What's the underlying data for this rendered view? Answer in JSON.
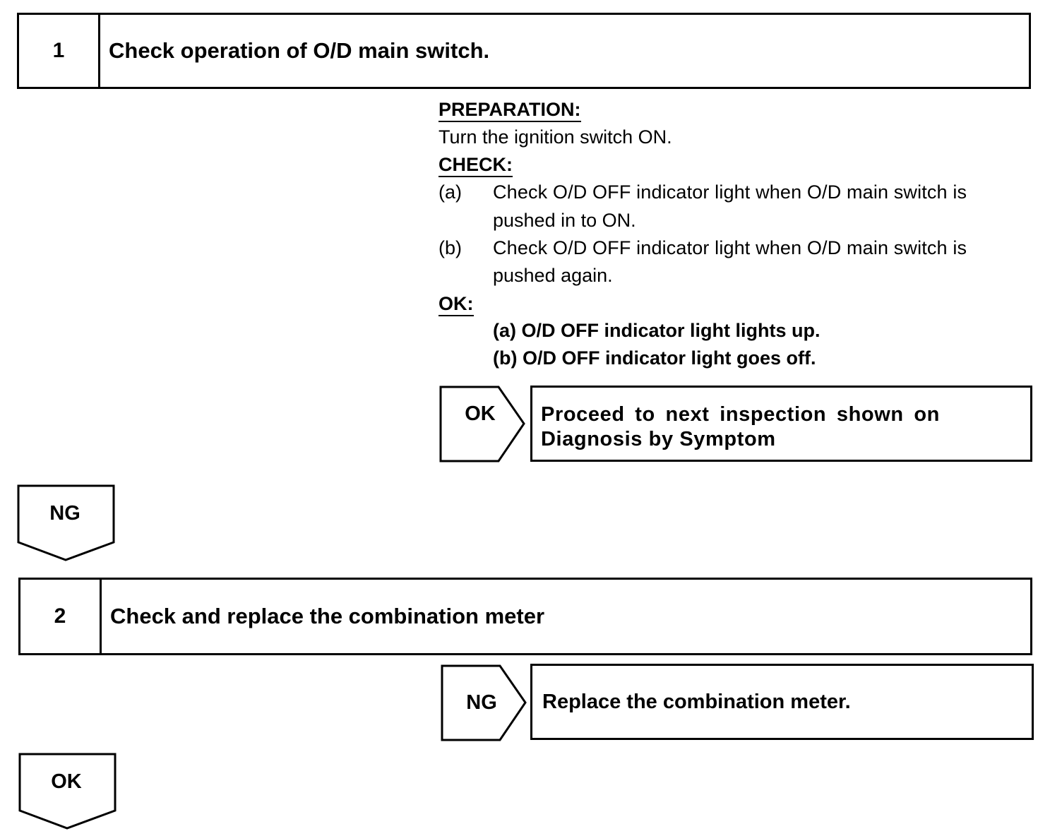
{
  "step1": {
    "number": "1",
    "title": "Check operation of O/D main switch."
  },
  "detail1": {
    "preparation_heading": "PREPARATION:",
    "preparation_text": "Turn the ignition switch ON.",
    "check_heading": "CHECK:",
    "check_items": [
      {
        "marker": "(a)",
        "line1": "Check O/D OFF indicator light when O/D main switch is",
        "line2": "pushed in to ON."
      },
      {
        "marker": "(b)",
        "line1": "Check O/D OFF indicator light when O/D main switch is",
        "line2": "pushed again."
      }
    ],
    "ok_heading": "OK:",
    "ok_items": [
      "(a) O/D OFF indicator light lights up.",
      "(b) O/D OFF indicator light goes off."
    ]
  },
  "branch1": {
    "label": "OK",
    "result_line1": "Proceed to next inspection shown on",
    "result_line2": "Diagnosis by Symptom"
  },
  "down1": {
    "label": "NG"
  },
  "step2": {
    "number": "2",
    "title": "Check and replace the combination meter"
  },
  "branch2": {
    "label": "NG",
    "result": "Replace the combination meter."
  },
  "down2": {
    "label": "OK"
  }
}
